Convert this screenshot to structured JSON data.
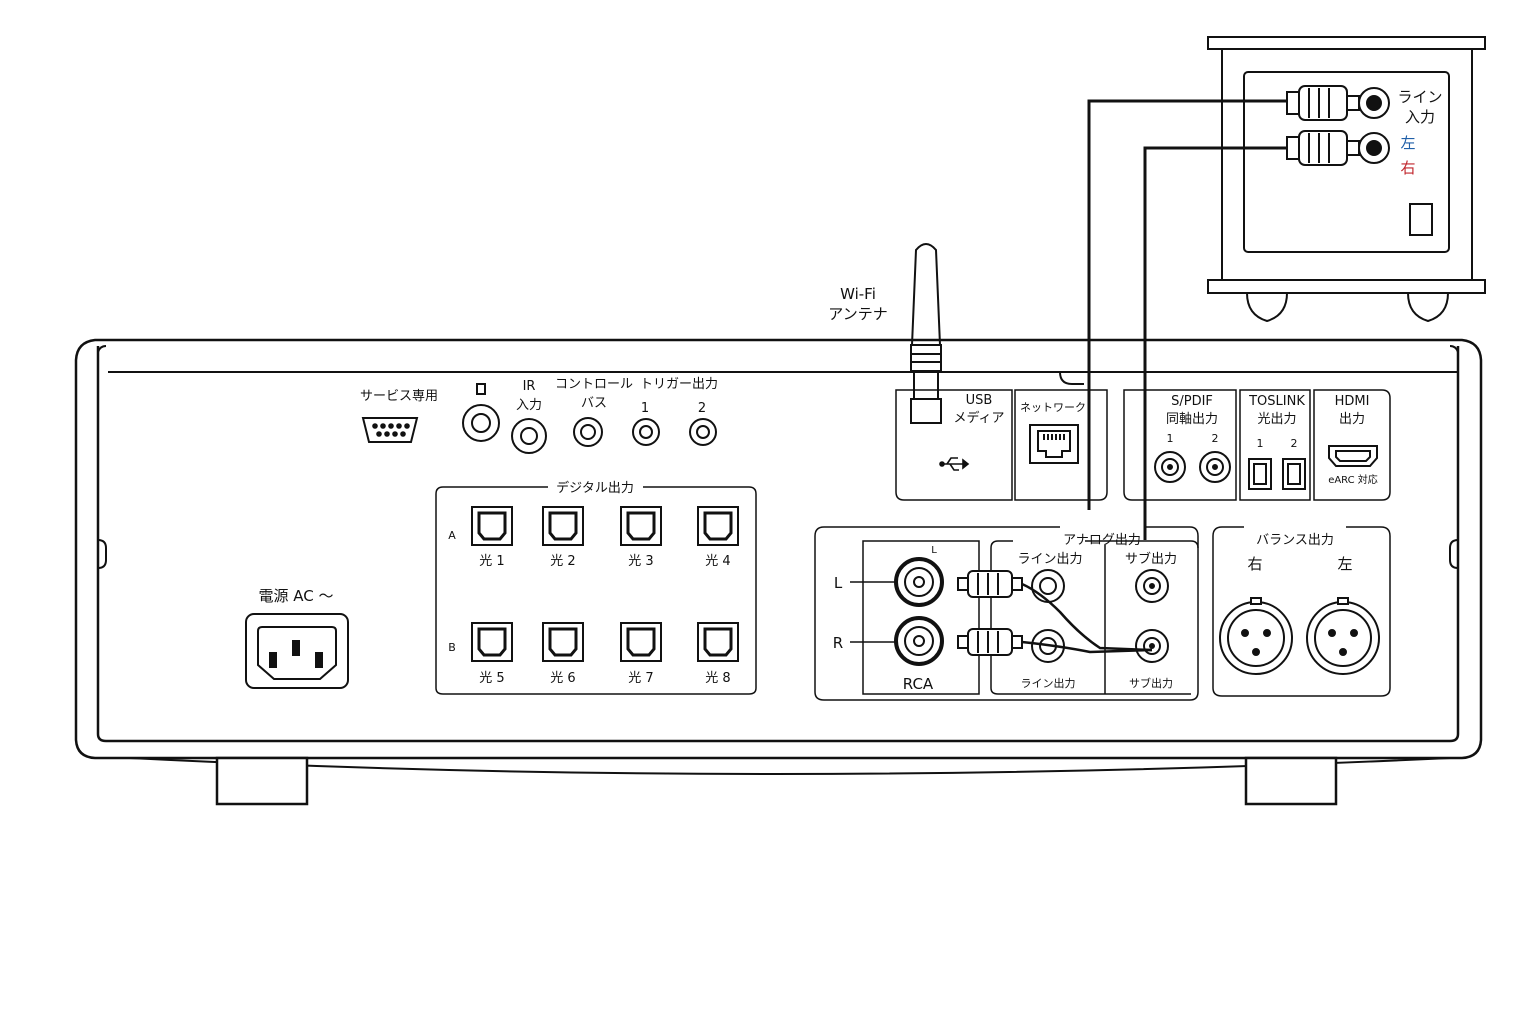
{
  "wifi_antenna": [
    "Wi-Fi",
    "アンテナ"
  ],
  "service_label": "サービス専用",
  "ir_input": [
    "IR",
    "入力"
  ],
  "control_bus": [
    "コントロール",
    "バス"
  ],
  "trigger_out": {
    "title": "トリガー出力",
    "n1": "1",
    "n2": "2"
  },
  "usb_media": [
    "USB",
    "メディア"
  ],
  "network": "ネットワーク",
  "spdif": {
    "lines": [
      "S/PDIF",
      "同軸出力"
    ],
    "n1": "1",
    "n2": "2"
  },
  "toslink": {
    "lines": [
      "TOSLINK",
      "光出力"
    ],
    "n1": "1",
    "n2": "2"
  },
  "hdmi": {
    "lines": [
      "HDMI",
      "出力"
    ],
    "note": "eARC 対応"
  },
  "digital_out": {
    "title": "デジタル出力",
    "row_a": "A",
    "row_b": "B",
    "ports": [
      "光 1",
      "光 2",
      "光 3",
      "光 4",
      "光 5",
      "光 6",
      "光 7",
      "光 8"
    ]
  },
  "power": "電源 AC ～",
  "analog_out": {
    "title": "アナログ出力",
    "rca": "RCA",
    "rca_top_mark": "L",
    "l": "L",
    "r": "R",
    "line_out_top": "ライン出力",
    "line_out_bottom": "ライン出力",
    "sub_out_top": "サブ出力",
    "sub_out_bottom": "サブ出力"
  },
  "balanced_out": {
    "title": "バランス出力",
    "right": "右",
    "left": "左"
  },
  "subwoofer": {
    "line_in": [
      "ライン",
      "入力"
    ],
    "left": "左",
    "right": "右"
  },
  "colors": {
    "left_channel": "#1f5fa8",
    "right_channel": "#c0262c",
    "ink": "#111111"
  }
}
